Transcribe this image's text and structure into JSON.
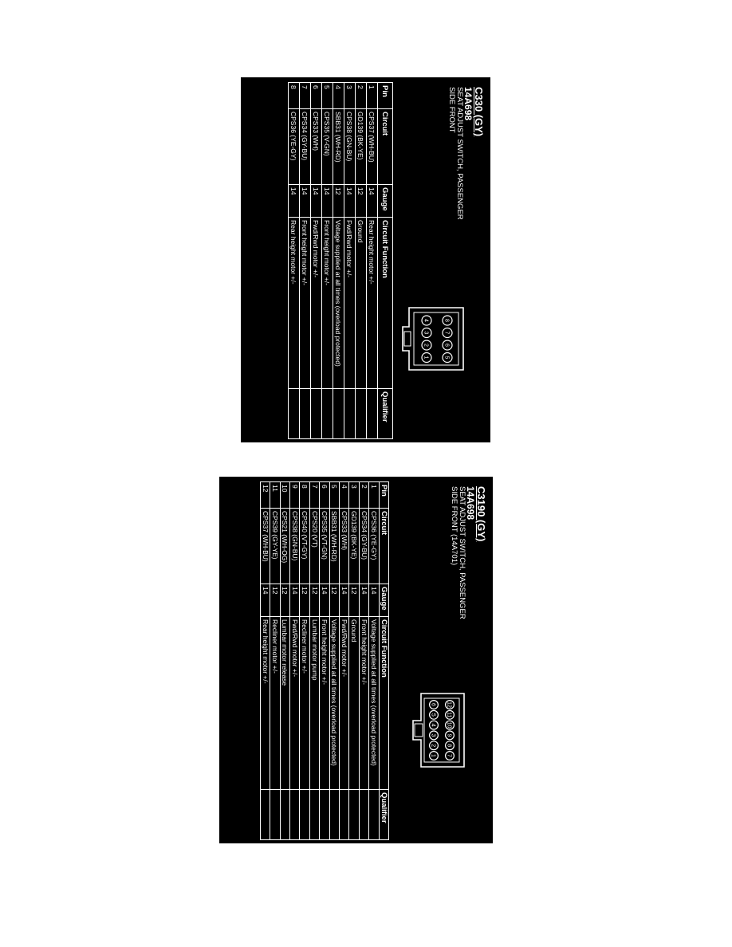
{
  "columns": [
    "Pin",
    "Circuit",
    "Gauge",
    "Circuit Function",
    "Qualifier"
  ],
  "connectors": [
    {
      "id": "C330 (GY)",
      "part_no": "14A698",
      "description_lines": [
        "SEAT ADJUST SWITCH, PASSENGER",
        "SIDE FRONT"
      ],
      "cavity_labels": [
        "8",
        "7",
        "6",
        "5",
        "4",
        "3",
        "2",
        "1"
      ],
      "rows": [
        {
          "pin": "1",
          "circuit": "CPS37 (WH-BU)",
          "gauge": "14",
          "function": "Rear height motor +/-",
          "qualifier": ""
        },
        {
          "pin": "2",
          "circuit": "GD139 (BK-YE)",
          "gauge": "12",
          "function": "Ground",
          "qualifier": ""
        },
        {
          "pin": "3",
          "circuit": "CPS38 (GN-BU)",
          "gauge": "14",
          "function": "Fwd/Rwd motor +/-",
          "qualifier": ""
        },
        {
          "pin": "4",
          "circuit": "SBB31 (WH-RD)",
          "gauge": "12",
          "function": "Voltage supplied at all times (overload protected)",
          "qualifier": ""
        },
        {
          "pin": "5",
          "circuit": "CPS35 (V-GN)",
          "gauge": "14",
          "function": "Front height motor +/-",
          "qualifier": ""
        },
        {
          "pin": "6",
          "circuit": "CPS33 (WH)",
          "gauge": "14",
          "function": "Fwd/Rwd motor +/-",
          "qualifier": ""
        },
        {
          "pin": "7",
          "circuit": "CPS34 (GY-BU)",
          "gauge": "14",
          "function": "Front height motor +/-",
          "qualifier": ""
        },
        {
          "pin": "8",
          "circuit": "CPS36 (YE-GY)",
          "gauge": "14",
          "function": "Rear height motor +/-",
          "qualifier": ""
        }
      ]
    },
    {
      "id": "C3190 (GY)",
      "part_no": "14A698",
      "description_lines": [
        "SEAT ADJUST SWITCH, PASSENGER",
        "SIDE FRONT (14A701)"
      ],
      "cavity_labels": [
        "12",
        "11",
        "10",
        "9",
        "8",
        "7",
        "6",
        "5",
        "4",
        "3",
        "2",
        "1"
      ],
      "rows": [
        {
          "pin": "1",
          "circuit": "CPS36 (YE-GY)",
          "gauge": "14",
          "function": "Voltage supplied at all times (overload protected)",
          "qualifier": ""
        },
        {
          "pin": "2",
          "circuit": "CPS34 (GY-BU)",
          "gauge": "14",
          "function": "Front height motor +/-",
          "qualifier": ""
        },
        {
          "pin": "3",
          "circuit": "GD139 (BK-YE)",
          "gauge": "12",
          "function": "Ground",
          "qualifier": ""
        },
        {
          "pin": "4",
          "circuit": "CPS33 (WH)",
          "gauge": "14",
          "function": "Fwd/Rwd motor +/-",
          "qualifier": ""
        },
        {
          "pin": "5",
          "circuit": "SBB31 (WH-RD)",
          "gauge": "12",
          "function": "Voltage supplied at all times (overload protected)",
          "qualifier": ""
        },
        {
          "pin": "6",
          "circuit": "CPS35 (VT-GN)",
          "gauge": "14",
          "function": "Front height motor +/-",
          "qualifier": ""
        },
        {
          "pin": "7",
          "circuit": "CPS20 (VT)",
          "gauge": "12",
          "function": "Lumbar motor pump",
          "qualifier": ""
        },
        {
          "pin": "8",
          "circuit": "CPS40 (VT-GY)",
          "gauge": "12",
          "function": "Recliner motor +/-",
          "qualifier": ""
        },
        {
          "pin": "9",
          "circuit": "CPS38 (GN-BU)",
          "gauge": "14",
          "function": "Fwd/Rwd motor +/-",
          "qualifier": ""
        },
        {
          "pin": "10",
          "circuit": "CPS21 (WH-OG)",
          "gauge": "12",
          "function": "Lumbar motor release",
          "qualifier": ""
        },
        {
          "pin": "11",
          "circuit": "CPS39 (GY-YE)",
          "gauge": "12",
          "function": "Recliner motor +/-",
          "qualifier": ""
        },
        {
          "pin": "12",
          "circuit": "CPS37 (WH-BU)",
          "gauge": "14",
          "function": "Rear height motor +/-",
          "qualifier": ""
        }
      ]
    }
  ]
}
